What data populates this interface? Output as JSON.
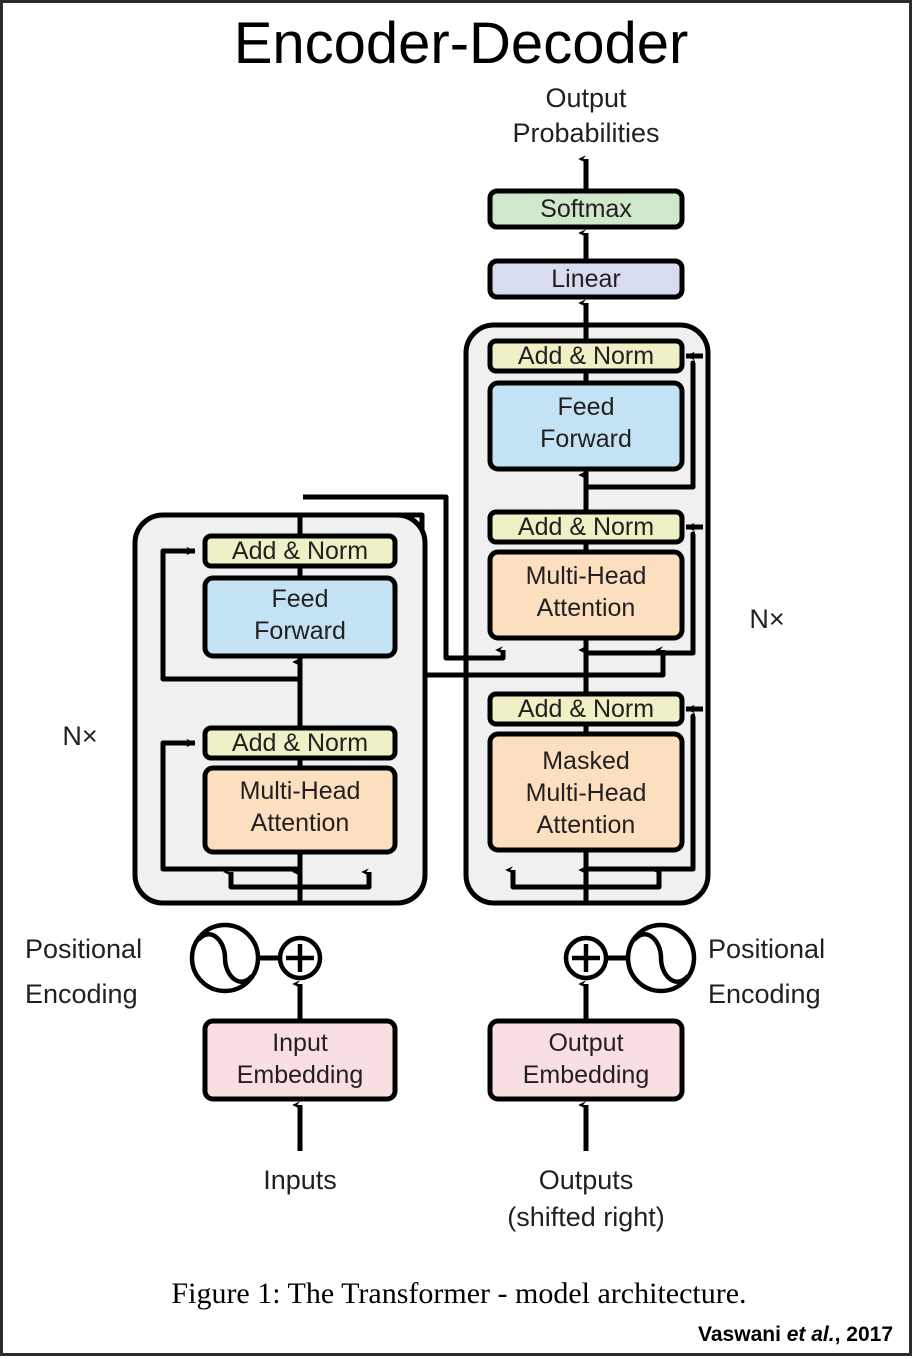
{
  "figure": {
    "title": "Encoder-Decoder",
    "caption": "Figure 1: The Transformer - model architecture.",
    "attribution_author": "Vaswani ",
    "attribution_etal": "et al.",
    "attribution_year": ", 2017"
  },
  "colors": {
    "add_norm": "#eff0c5",
    "feed_forward": "#c3e3f5",
    "attention": "#fbdfbf",
    "embedding": "#fadfe2",
    "linear": "#d8dcf0",
    "softmax": "#cfe7cb",
    "stack_panel": "#f0f0f0",
    "outline": "#000000",
    "text": "#231f20"
  },
  "top": {
    "output_probabilities_line1": "Output",
    "output_probabilities_line2": "Probabilities",
    "softmax": "Softmax",
    "linear": "Linear"
  },
  "encoder": {
    "repeat_label": "N×",
    "add_norm_top": "Add & Norm",
    "feed_forward_line1": "Feed",
    "feed_forward_line2": "Forward",
    "add_norm_bottom": "Add & Norm",
    "attention_line1": "Multi-Head",
    "attention_line2": "Attention",
    "positional_encoding_line1": "Positional",
    "positional_encoding_line2": "Encoding",
    "embedding_line1": "Input",
    "embedding_line2": "Embedding",
    "input_label": "Inputs",
    "sum_symbol": "+"
  },
  "decoder": {
    "repeat_label": "N×",
    "add_norm_top": "Add & Norm",
    "feed_forward_line1": "Feed",
    "feed_forward_line2": "Forward",
    "add_norm_mid": "Add & Norm",
    "cross_attention_line1": "Multi-Head",
    "cross_attention_line2": "Attention",
    "add_norm_bottom": "Add & Norm",
    "masked_attention_line1": "Masked",
    "masked_attention_line2": "Multi-Head",
    "masked_attention_line3": "Attention",
    "positional_encoding_line1": "Positional",
    "positional_encoding_line2": "Encoding",
    "embedding_line1": "Output",
    "embedding_line2": "Embedding",
    "output_label_line1": "Outputs",
    "output_label_line2": "(shifted right)",
    "sum_symbol": "+"
  }
}
